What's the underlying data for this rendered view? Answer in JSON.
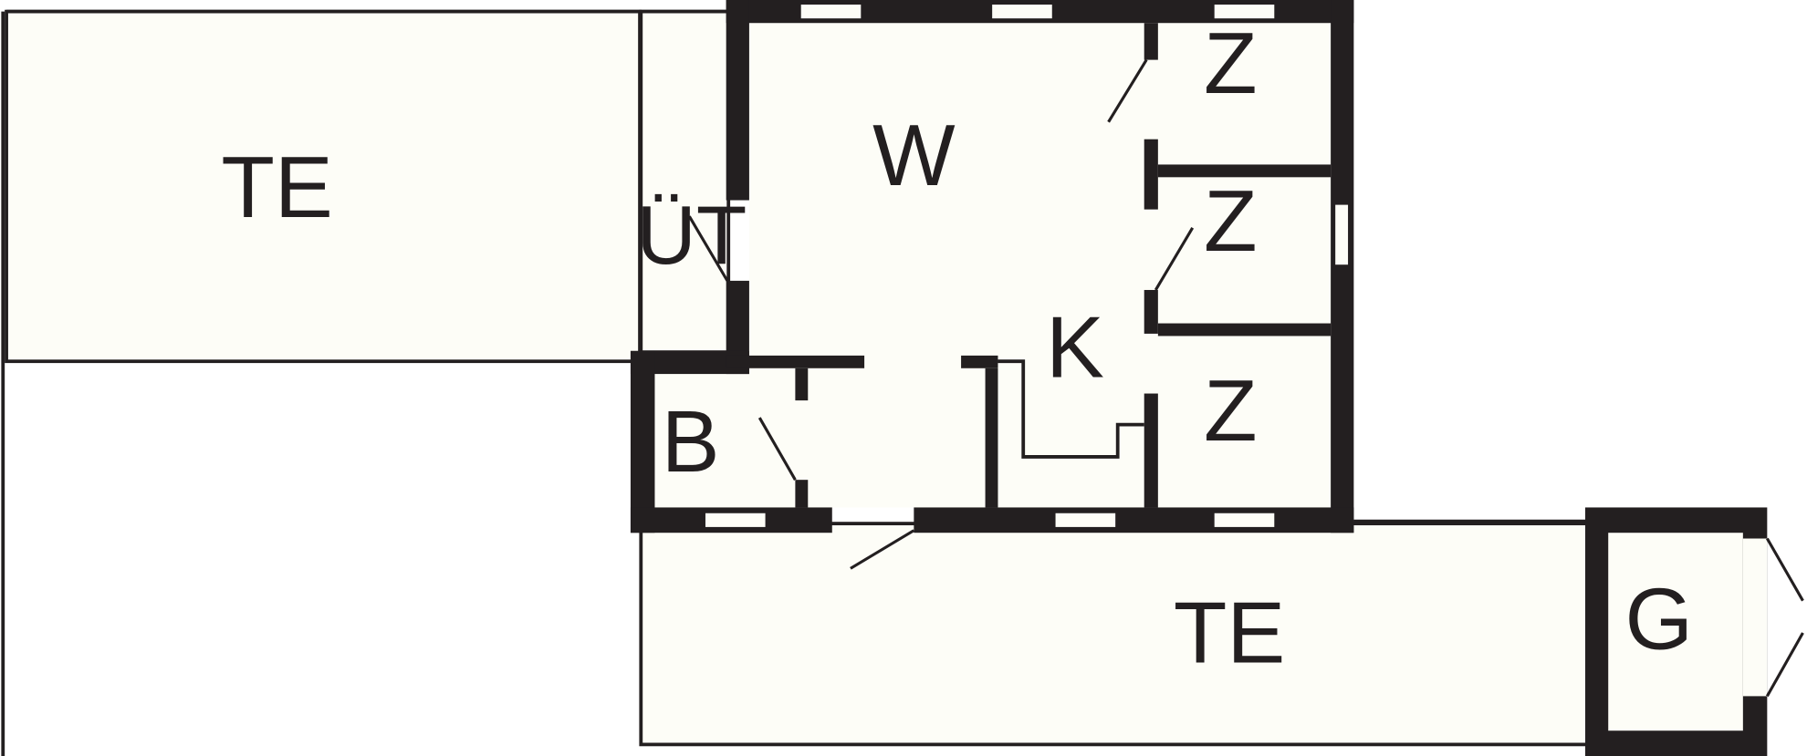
{
  "title": "Floor plan",
  "colors": {
    "wall": "#231f20",
    "floor": "#fdfdf7"
  },
  "rooms": {
    "terrace_left": "TE",
    "hall": "ÜT",
    "living": "W",
    "bedroom_1": "Z",
    "bedroom_2": "Z",
    "bedroom_3": "Z",
    "kitchen": "K",
    "bath": "B",
    "terrace_bottom": "TE",
    "garage": "G"
  }
}
